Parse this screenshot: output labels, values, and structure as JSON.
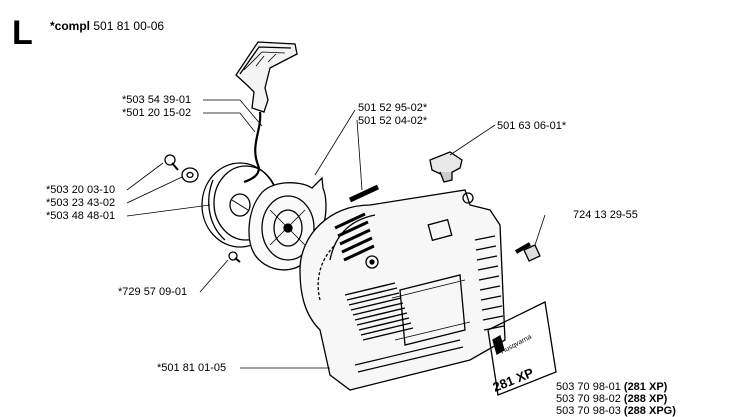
{
  "section_letter": "L",
  "assembly": {
    "prefix": "*compl",
    "number": "501 81 00-06"
  },
  "parts": {
    "handle_a": "*503 54 39-01",
    "handle_b": "*501 20 15-02",
    "pin_a": "501 52 95-02*",
    "pin_b": "501 52 04-02*",
    "cap": "501 63 06-01*",
    "screw_top": "*503 20 03-10",
    "washer": "*503 23 43-02",
    "pulley": "*503 48 48-01",
    "bolt_right": "724 13 29-55",
    "screw_small": "*729 57 09-01",
    "housing": "*501 81 01-05"
  },
  "variants": [
    {
      "number": "503 70 98-01",
      "model": "(281 XP)"
    },
    {
      "number": "503 70 98-02",
      "model": "(288 XP)"
    },
    {
      "number": "503 70 98-03",
      "model": "(288 XPG)"
    }
  ],
  "decal": {
    "brand": "Husqvarna",
    "model": "281 XP"
  }
}
